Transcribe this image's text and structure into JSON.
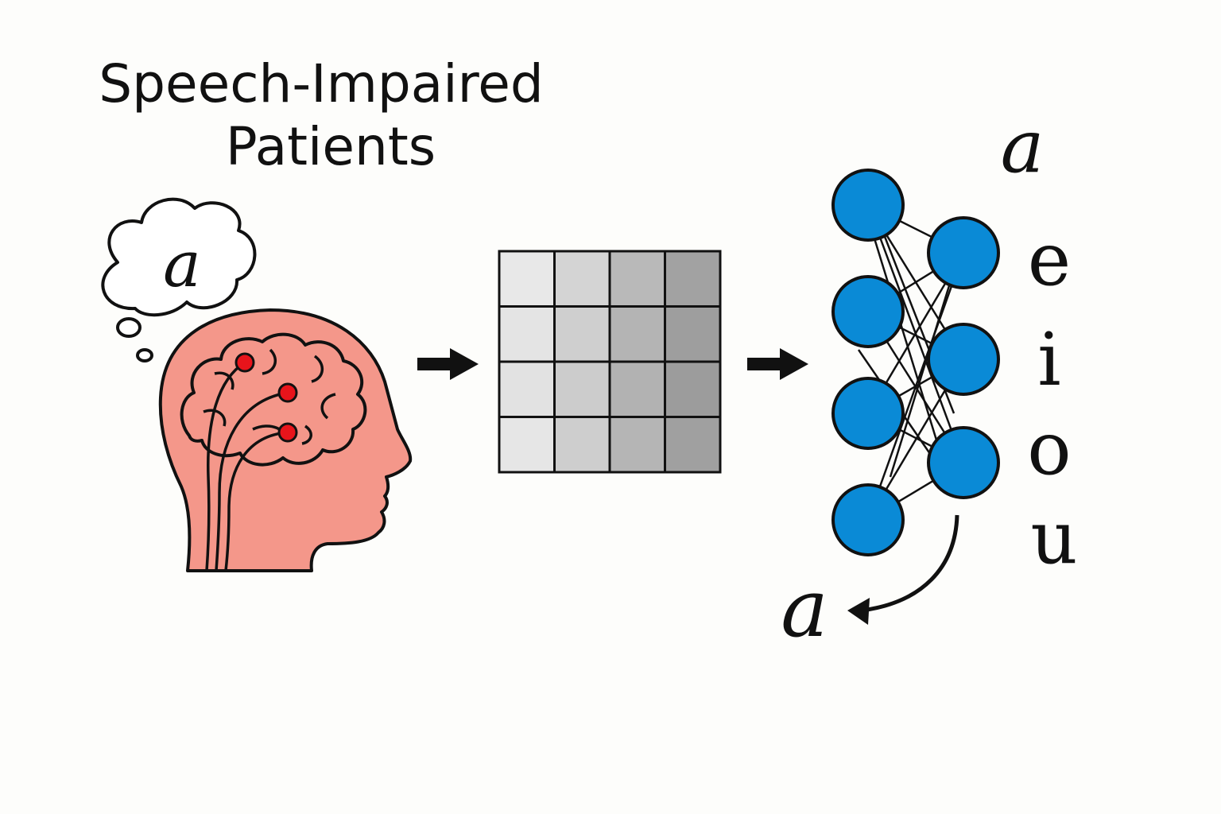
{
  "title": {
    "line1": "Speech-Impaired",
    "line2": "Patients"
  },
  "thought_letter": "a",
  "classes_top_letter": "a",
  "classes": [
    "e",
    "i",
    "o",
    "u"
  ],
  "output_letter": "a",
  "icons": {
    "head": "human-head-with-brain-icon",
    "electrode": "electrode-icon",
    "thought": "thought-bubble-icon",
    "arrow": "right-arrow-icon",
    "grid": "signal-feature-matrix-icon",
    "network": "neural-network-icon"
  },
  "colors": {
    "head_skin": "#f4978a",
    "electrode": "#e8141b",
    "node": "#0a8ad6",
    "stroke": "#111111",
    "grid_shades": [
      [
        "#e8e8e8",
        "#d4d4d4",
        "#b9b9b9",
        "#a2a2a2"
      ],
      [
        "#e4e4e4",
        "#cfcfcf",
        "#b4b4b4",
        "#9e9e9e"
      ],
      [
        "#e2e2e2",
        "#cccccc",
        "#b2b2b2",
        "#9c9c9c"
      ],
      [
        "#e6e6e6",
        "#cecece",
        "#b5b5b5",
        "#a0a0a0"
      ]
    ]
  }
}
